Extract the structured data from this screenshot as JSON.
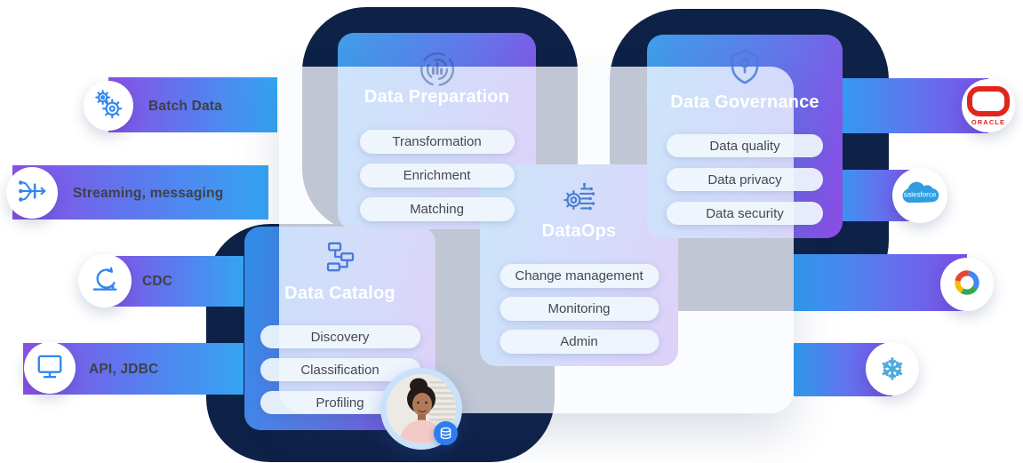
{
  "diagram": {
    "sources": [
      {
        "label": "Batch Data",
        "icon": "gears-icon"
      },
      {
        "label": "Streaming, messaging",
        "icon": "branch-icon"
      },
      {
        "label": "CDC",
        "icon": "loop-icon"
      },
      {
        "label": "API, JDBC",
        "icon": "monitor-icon"
      }
    ],
    "cards": [
      {
        "title": "Data Preparation",
        "icon": "gauge-icon",
        "items": [
          "Transformation",
          "Enrichment",
          "Matching"
        ]
      },
      {
        "title": "DataOps",
        "icon": "gear-circuit-icon",
        "items": [
          "Change management",
          "Monitoring",
          "Admin"
        ]
      },
      {
        "title": "Data Catalog",
        "icon": "flowchart-icon",
        "items": [
          "Discovery",
          "Classification",
          "Profiling"
        ]
      },
      {
        "title": "Data Governance",
        "icon": "shield-icon",
        "items": [
          "Data quality",
          "Data privacy",
          "Data security"
        ]
      }
    ],
    "destinations": [
      {
        "name": "Oracle",
        "logo_text": "ORACLE"
      },
      {
        "name": "Salesforce",
        "logo_text": "salesforce"
      },
      {
        "name": "Google Cloud"
      },
      {
        "name": "Snowflake"
      }
    ],
    "colors": {
      "navy": "#0e2147",
      "bar_blue": "#34a5f2",
      "bar_purple": "#8a50e6",
      "card_blue": "#3f9ee9",
      "card_purple": "#8b4be4",
      "icon_blue": "#2f86ee",
      "oracle_red": "#e1251b",
      "salesforce_blue": "#2f9de0",
      "snowflake_blue": "#4fa8dd"
    }
  }
}
